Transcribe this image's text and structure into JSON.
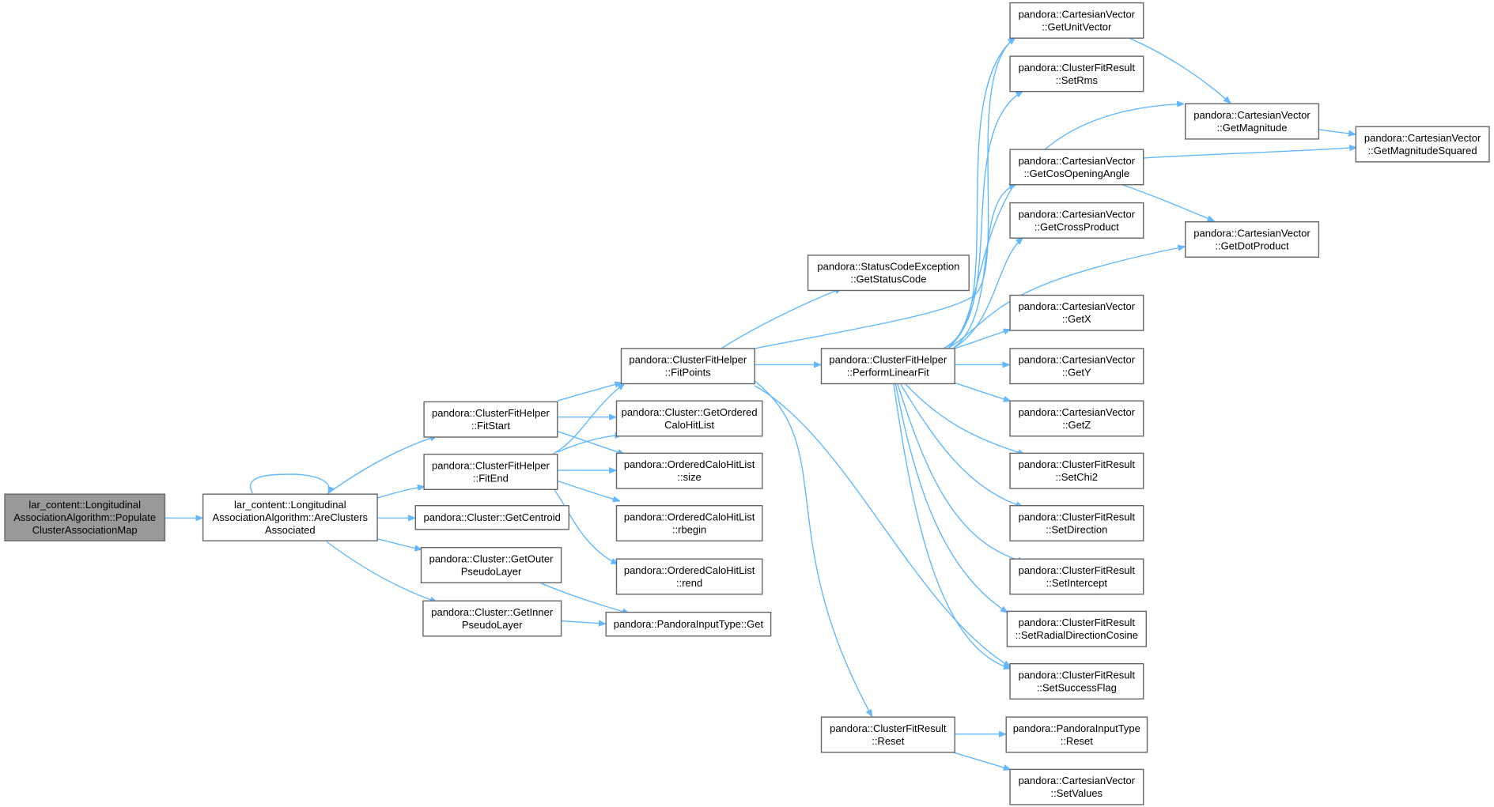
{
  "diagram": {
    "nodes": [
      {
        "id": "n0",
        "lines": [
          "lar_content::Longitudinal",
          "AssociationAlgorithm::Populate",
          "ClusterAssociationMap"
        ],
        "root": true
      },
      {
        "id": "n1",
        "lines": [
          "lar_content::Longitudinal",
          "AssociationAlgorithm::AreClusters",
          "Associated"
        ]
      },
      {
        "id": "n2",
        "lines": [
          "pandora::ClusterFitHelper",
          "::FitStart"
        ]
      },
      {
        "id": "n3",
        "lines": [
          "pandora::ClusterFitHelper",
          "::FitEnd"
        ]
      },
      {
        "id": "n4",
        "lines": [
          "pandora::Cluster::GetCentroid"
        ]
      },
      {
        "id": "n5",
        "lines": [
          "pandora::Cluster::GetOuter",
          "PseudoLayer"
        ]
      },
      {
        "id": "n6",
        "lines": [
          "pandora::Cluster::GetInner",
          "PseudoLayer"
        ]
      },
      {
        "id": "n7",
        "lines": [
          "pandora::ClusterFitHelper",
          "::FitPoints"
        ]
      },
      {
        "id": "n8",
        "lines": [
          "pandora::Cluster::GetOrdered",
          "CaloHitList"
        ]
      },
      {
        "id": "n9",
        "lines": [
          "pandora::OrderedCaloHitList",
          "::size"
        ]
      },
      {
        "id": "n10",
        "lines": [
          "pandora::OrderedCaloHitList",
          "::rbegin"
        ]
      },
      {
        "id": "n11",
        "lines": [
          "pandora::OrderedCaloHitList",
          "::rend"
        ]
      },
      {
        "id": "n12",
        "lines": [
          "pandora::PandoraInputType::Get"
        ]
      },
      {
        "id": "n13",
        "lines": [
          "pandora::StatusCodeException",
          "::GetStatusCode"
        ]
      },
      {
        "id": "n14",
        "lines": [
          "pandora::ClusterFitHelper",
          "::PerformLinearFit"
        ]
      },
      {
        "id": "n15",
        "lines": [
          "pandora::ClusterFitResult",
          "::Reset"
        ]
      },
      {
        "id": "n16",
        "lines": [
          "pandora::CartesianVector",
          "::GetUnitVector"
        ]
      },
      {
        "id": "n17",
        "lines": [
          "pandora::ClusterFitResult",
          "::SetRms"
        ]
      },
      {
        "id": "n18",
        "lines": [
          "pandora::CartesianVector",
          "::GetCosOpeningAngle"
        ]
      },
      {
        "id": "n19",
        "lines": [
          "pandora::CartesianVector",
          "::GetCrossProduct"
        ]
      },
      {
        "id": "n20",
        "lines": [
          "pandora::CartesianVector",
          "::GetX"
        ]
      },
      {
        "id": "n21",
        "lines": [
          "pandora::CartesianVector",
          "::GetY"
        ]
      },
      {
        "id": "n22",
        "lines": [
          "pandora::CartesianVector",
          "::GetZ"
        ]
      },
      {
        "id": "n23",
        "lines": [
          "pandora::ClusterFitResult",
          "::SetChi2"
        ]
      },
      {
        "id": "n24",
        "lines": [
          "pandora::ClusterFitResult",
          "::SetDirection"
        ]
      },
      {
        "id": "n25",
        "lines": [
          "pandora::ClusterFitResult",
          "::SetIntercept"
        ]
      },
      {
        "id": "n26",
        "lines": [
          "pandora::ClusterFitResult",
          "::SetRadialDirectionCosine"
        ]
      },
      {
        "id": "n27",
        "lines": [
          "pandora::ClusterFitResult",
          "::SetSuccessFlag"
        ]
      },
      {
        "id": "n28",
        "lines": [
          "pandora::PandoraInputType",
          "::Reset"
        ]
      },
      {
        "id": "n29",
        "lines": [
          "pandora::CartesianVector",
          "::SetValues"
        ]
      },
      {
        "id": "n30",
        "lines": [
          "pandora::CartesianVector",
          "::GetMagnitude"
        ]
      },
      {
        "id": "n31",
        "lines": [
          "pandora::CartesianVector",
          "::GetDotProduct"
        ]
      },
      {
        "id": "n32",
        "lines": [
          "pandora::CartesianVector",
          "::GetMagnitudeSquared"
        ]
      }
    ],
    "edges": [
      {
        "from": "n0",
        "to": "n1"
      },
      {
        "from": "n1",
        "to": "n1"
      },
      {
        "from": "n1",
        "to": "n2"
      },
      {
        "from": "n1",
        "to": "n3"
      },
      {
        "from": "n1",
        "to": "n4"
      },
      {
        "from": "n1",
        "to": "n5"
      },
      {
        "from": "n1",
        "to": "n6"
      },
      {
        "from": "n2",
        "to": "n7"
      },
      {
        "from": "n2",
        "to": "n8"
      },
      {
        "from": "n2",
        "to": "n9"
      },
      {
        "from": "n3",
        "to": "n7"
      },
      {
        "from": "n3",
        "to": "n8"
      },
      {
        "from": "n3",
        "to": "n9"
      },
      {
        "from": "n3",
        "to": "n10"
      },
      {
        "from": "n3",
        "to": "n11"
      },
      {
        "from": "n5",
        "to": "n12"
      },
      {
        "from": "n6",
        "to": "n12"
      },
      {
        "from": "n7",
        "to": "n13"
      },
      {
        "from": "n7",
        "to": "n14"
      },
      {
        "from": "n7",
        "to": "n15"
      },
      {
        "from": "n7",
        "to": "n16"
      },
      {
        "from": "n7",
        "to": "n27"
      },
      {
        "from": "n14",
        "to": "n16"
      },
      {
        "from": "n14",
        "to": "n17"
      },
      {
        "from": "n14",
        "to": "n18"
      },
      {
        "from": "n14",
        "to": "n19"
      },
      {
        "from": "n14",
        "to": "n20"
      },
      {
        "from": "n14",
        "to": "n21"
      },
      {
        "from": "n14",
        "to": "n22"
      },
      {
        "from": "n14",
        "to": "n23"
      },
      {
        "from": "n14",
        "to": "n24"
      },
      {
        "from": "n14",
        "to": "n25"
      },
      {
        "from": "n14",
        "to": "n26"
      },
      {
        "from": "n14",
        "to": "n27"
      },
      {
        "from": "n14",
        "to": "n30"
      },
      {
        "from": "n14",
        "to": "n31"
      },
      {
        "from": "n15",
        "to": "n28"
      },
      {
        "from": "n15",
        "to": "n29"
      },
      {
        "from": "n16",
        "to": "n30"
      },
      {
        "from": "n18",
        "to": "n31"
      },
      {
        "from": "n18",
        "to": "n32"
      },
      {
        "from": "n30",
        "to": "n32"
      }
    ]
  }
}
